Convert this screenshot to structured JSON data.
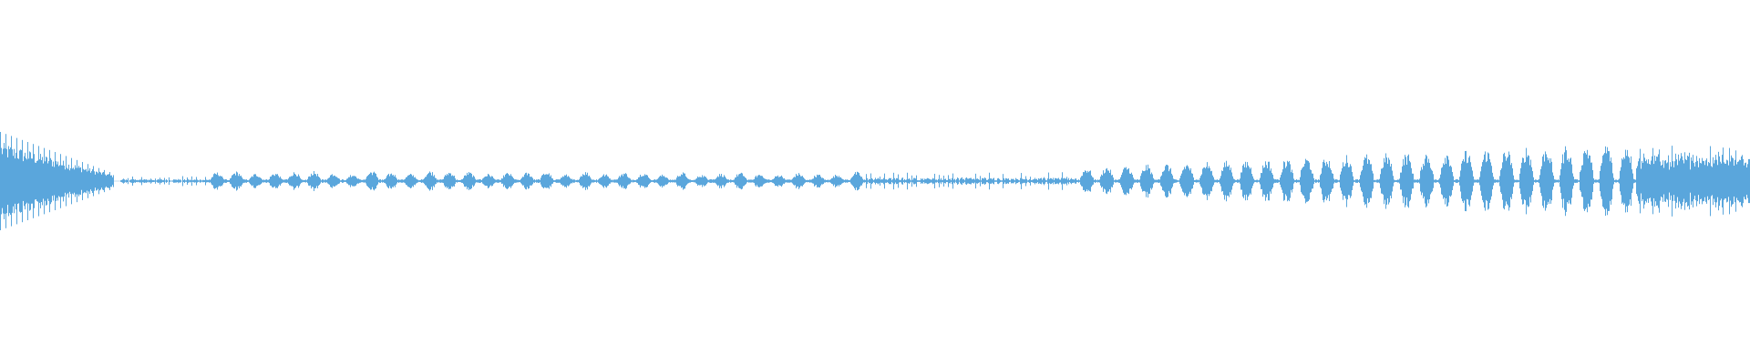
{
  "waveform": {
    "color": "#5aa6dc",
    "background": "#ffffff",
    "segments": [
      {
        "start": 0.0,
        "end": 0.065,
        "amp": 0.27,
        "style": "dense-decay"
      },
      {
        "start": 0.068,
        "end": 0.118,
        "amp": 0.03,
        "style": "thin"
      },
      {
        "start": 0.118,
        "end": 0.495,
        "amp": 0.06,
        "style": "bursts",
        "count": 34
      },
      {
        "start": 0.495,
        "end": 0.615,
        "amp": 0.05,
        "style": "thin"
      },
      {
        "start": 0.615,
        "end": 0.935,
        "amp": 0.22,
        "style": "bursts-grow",
        "count": 28
      },
      {
        "start": 0.935,
        "end": 1.0,
        "amp": 0.2,
        "style": "dense"
      }
    ]
  }
}
